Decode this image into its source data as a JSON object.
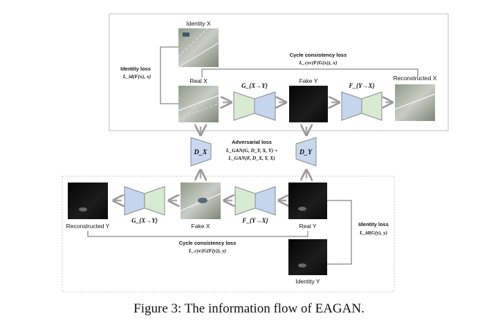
{
  "top": {
    "identity_x_label": "Identity X",
    "identity_loss_title": "Identity loss",
    "identity_loss_formula": "L_id(F(x), x)",
    "cycle_loss_title": "Cycle consistency loss",
    "cycle_loss_formula": "L_cyc(F(G(x)), x)",
    "real_x_label": "Real X",
    "g_label": "G_{X→Y}",
    "fake_y_label": "Fake Y",
    "f_label": "F_{Y→X}",
    "reconstructed_x_label": "Reconstructed X"
  },
  "middle": {
    "dx_label": "D_X",
    "dy_label": "D_Y",
    "adv_loss_title": "Adversarial loss",
    "adv_loss_line1": "L_GAN(G, D_Y, X, Y) +",
    "adv_loss_line2": "L_GAN(F, D_X, Y, X)"
  },
  "bottom": {
    "reconstructed_y_label": "Reconstructed Y",
    "g_label": "G_{X→Y}",
    "fake_x_label": "Fake X",
    "f_label": "F_{Y→X}",
    "real_y_label": "Real Y",
    "identity_loss_title": "Identity loss",
    "identity_loss_formula": "L_id(G(y), y)",
    "cycle_loss_title": "Cycle consistency loss",
    "cycle_loss_formula": "L_cyc(G(F(y)), y)",
    "identity_y_label": "Identity Y"
  },
  "caption": "Figure 3: The information flow of EAGAN.",
  "colors": {
    "encoder_green": "#d9ead3",
    "decoder_blue": "#c5d5ee",
    "discriminator_blue": "#c9d8ee",
    "border": "#9a9a9a"
  }
}
